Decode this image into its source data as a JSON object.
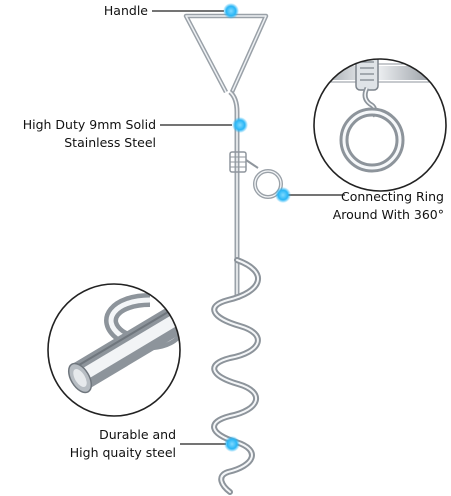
{
  "labels": {
    "handle": "Handle",
    "steel_line1": "High Duty 9mm Solid",
    "steel_line2": "Stainless Steel",
    "ring_line1": "Connecting Ring",
    "ring_line2": "Around With 360°",
    "durable_line1": "Durable and",
    "durable_line2": "High quaity steel"
  },
  "colors": {
    "marker": "#29b6f6",
    "line": "#222222",
    "steel": "#c9ced4"
  },
  "icons": [
    "stake-illustration",
    "ring-closeup",
    "tip-closeup",
    "marker-dot"
  ]
}
